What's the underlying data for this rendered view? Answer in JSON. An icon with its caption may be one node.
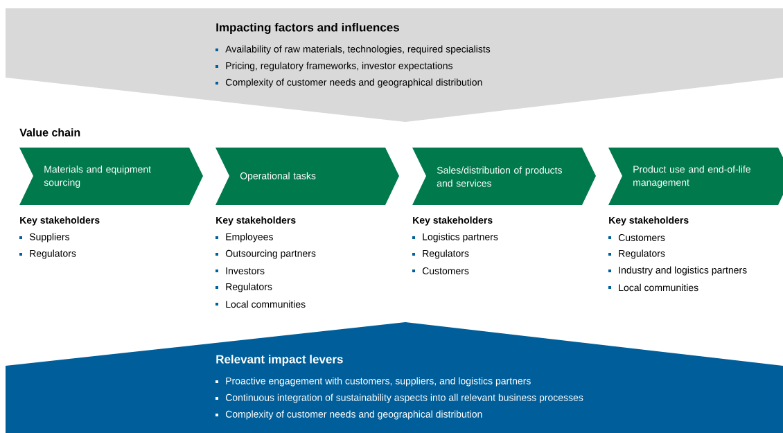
{
  "diagram": {
    "nodes": [
      {
        "text": [
          "Impacting factors and influences",
          "Availability of raw materials, technologies, required specialists",
          "Pricing, regulatory frameworks, investor expectations",
          "Complexity of customer needs and geographical distribution"
        ]
      },
      {
        "text": [
          "Materials and equipment sourcing"
        ],
        "beside": [
          "Key stakeholders",
          "Suppliers",
          "Regulators"
        ]
      },
      {
        "text": [
          "Operational tasks"
        ],
        "beside": [
          "Key stakeholders",
          "Employees",
          "Outsourcing partners",
          "Investors",
          "Regulators",
          "Local communities"
        ]
      },
      {
        "text": [
          "Sales/distribution of products and services"
        ],
        "beside": [
          "Key stakeholders",
          "Logistics partners",
          "Regulators",
          "Customers"
        ]
      },
      {
        "text": [
          "Product use and end-of-life management"
        ],
        "beside": [
          "Key stakeholders",
          "Customers",
          "Regulators",
          "Industry and logistics partners",
          "Local communities"
        ]
      },
      {
        "text": [
          "Relevant impact levers",
          "Proactive engagement with customers, suppliers, and logistics partners",
          "Continuous integration of sustainability aspects into all relevant business processes",
          "Complexity of customer needs and geographical distribution"
        ]
      }
    ],
    "labels": [
      "Value chain"
    ]
  }
}
